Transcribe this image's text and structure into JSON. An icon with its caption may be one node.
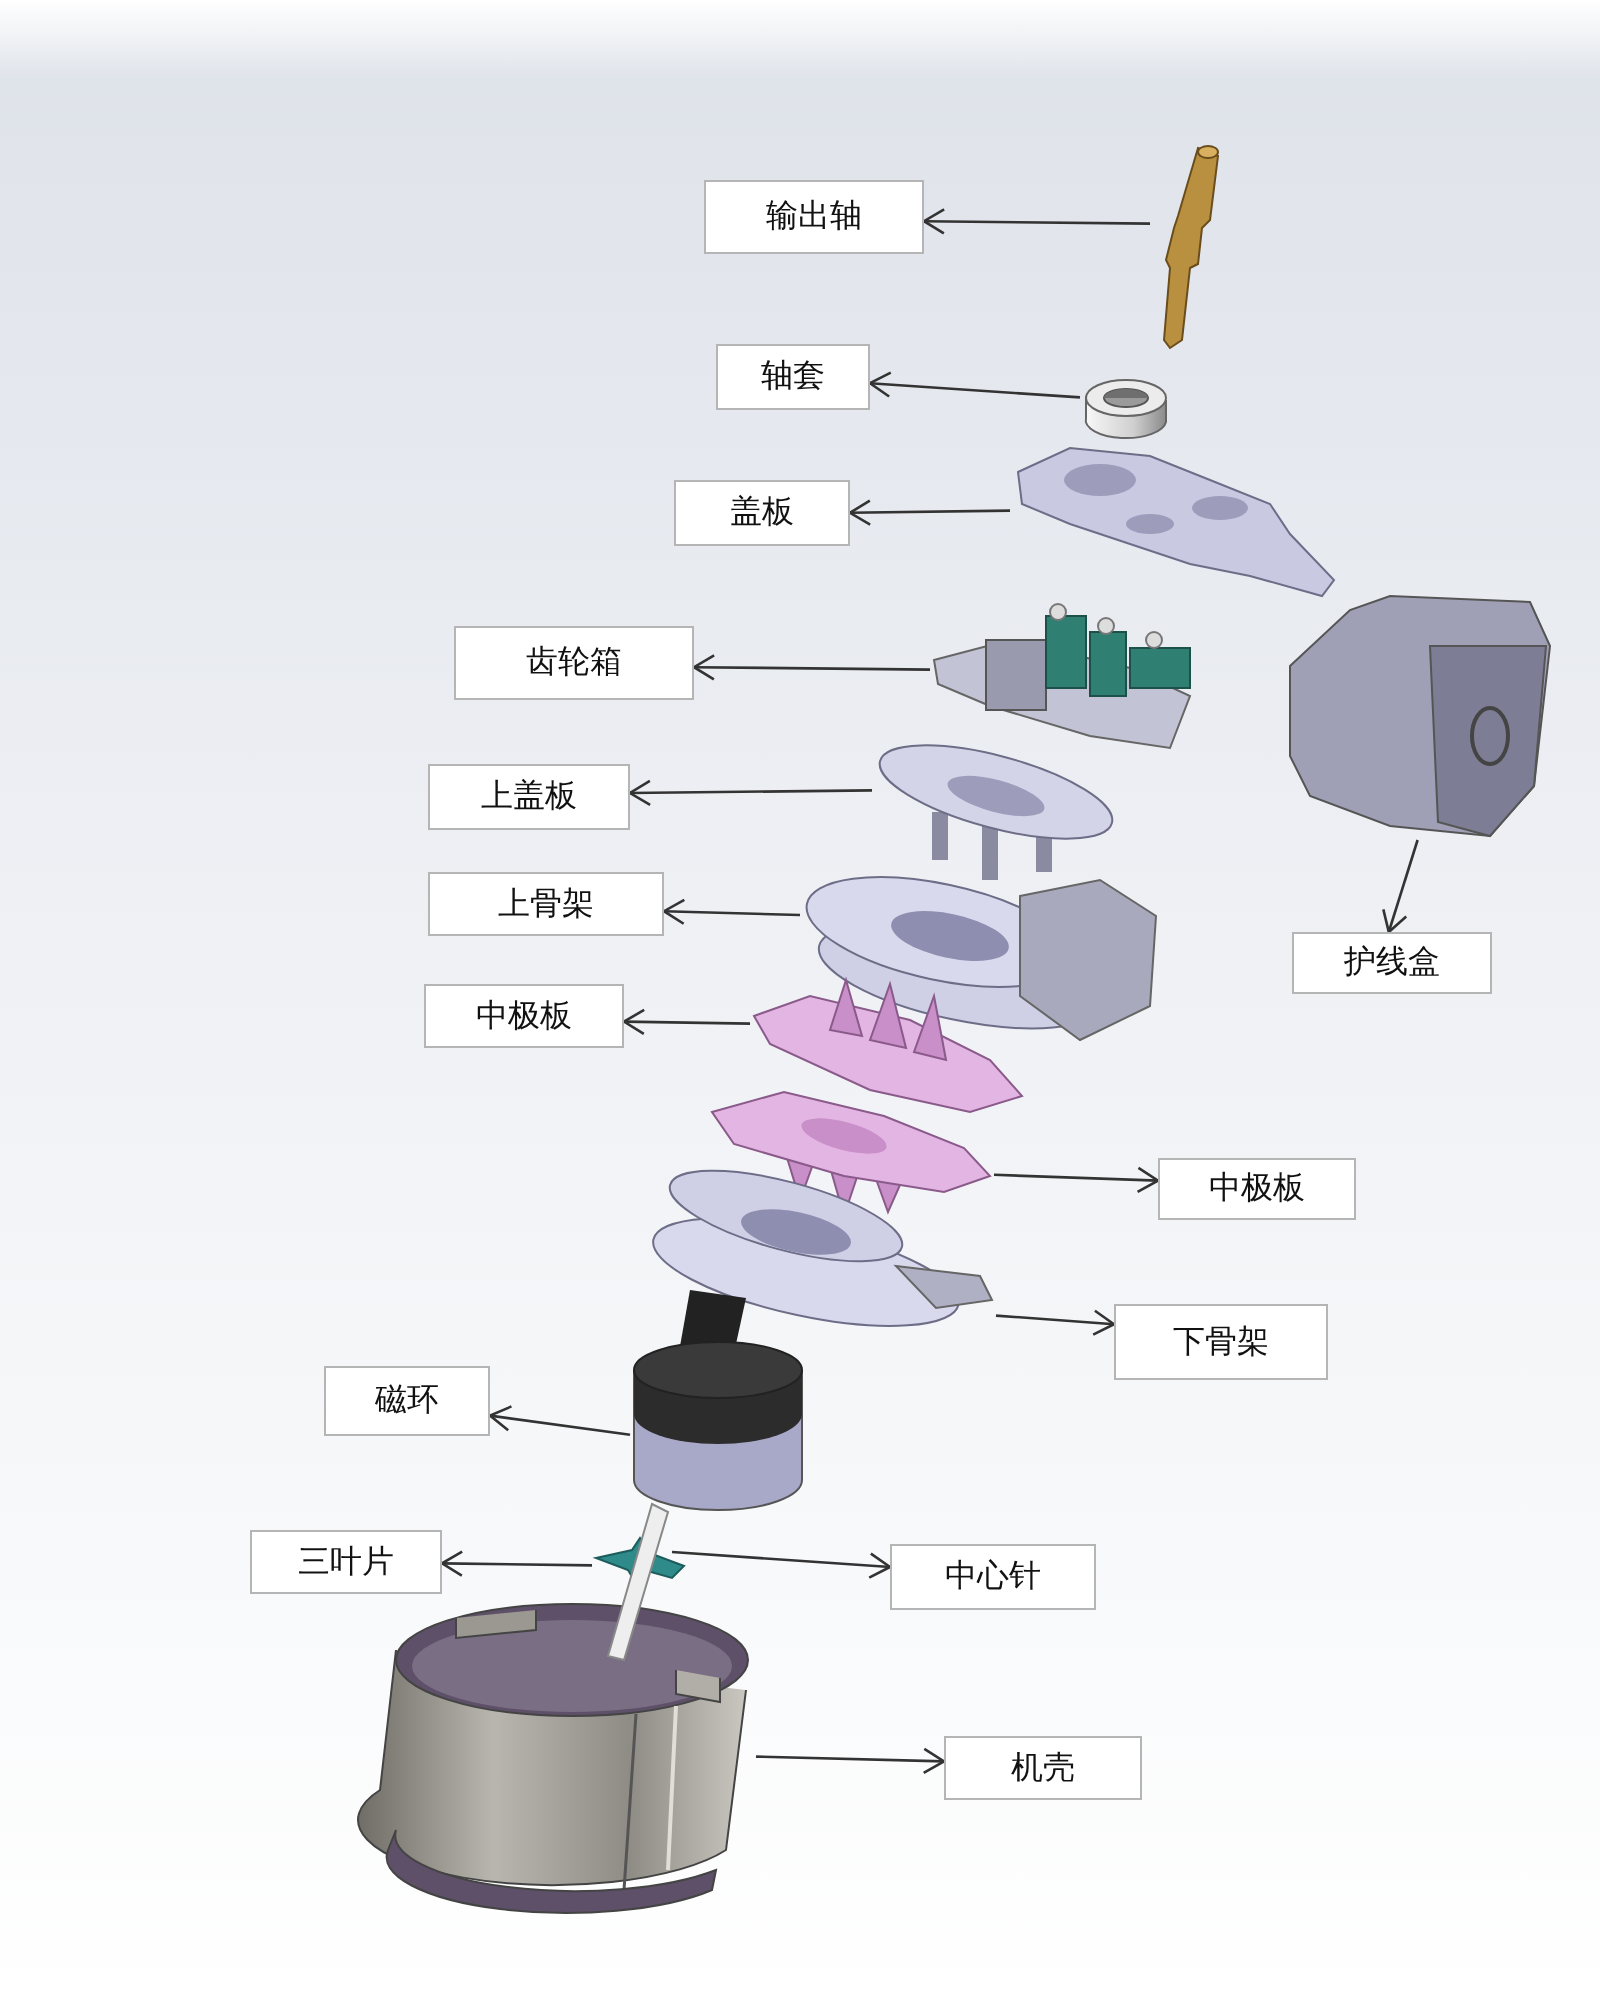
{
  "diagram": {
    "nodes": [
      {
        "text": [
          "输出轴"
        ]
      },
      {
        "text": [
          "轴套"
        ]
      },
      {
        "text": [
          "盖板"
        ]
      },
      {
        "text": [
          "齿轮箱"
        ]
      },
      {
        "text": [
          "上盖板"
        ]
      },
      {
        "text": [
          "上骨架"
        ]
      },
      {
        "text": [
          "中极板"
        ]
      },
      {
        "text": [
          "护线盒"
        ]
      },
      {
        "text": [
          "中极板"
        ]
      },
      {
        "text": [
          "下骨架"
        ]
      },
      {
        "text": [
          "磁环"
        ]
      },
      {
        "text": [
          "三叶片"
        ]
      },
      {
        "text": [
          "中心针"
        ]
      },
      {
        "text": [
          "机壳"
        ]
      },
      {
        "text": [],
        "shape": "picture"
      },
      {
        "text": [],
        "shape": "picture"
      },
      {
        "text": [],
        "shape": "picture"
      },
      {
        "text": [],
        "shape": "picture"
      },
      {
        "text": [],
        "shape": "picture"
      },
      {
        "text": [],
        "shape": "picture"
      },
      {
        "text": [],
        "shape": "picture"
      },
      {
        "text": [],
        "shape": "picture"
      },
      {
        "text": [],
        "shape": "picture"
      },
      {
        "text": [],
        "shape": "picture"
      },
      {
        "text": [],
        "shape": "picture"
      },
      {
        "text": [],
        "shape": "picture"
      },
      {
        "text": [],
        "shape": "picture"
      },
      {
        "text": [],
        "shape": "picture"
      }
    ],
    "edges": [
      {
        "from": 14,
        "to": 0,
        "arrow": "to"
      },
      {
        "from": 15,
        "to": 1,
        "arrow": "to"
      },
      {
        "from": 16,
        "to": 2,
        "arrow": "to"
      },
      {
        "from": 17,
        "to": 3,
        "arrow": "to"
      },
      {
        "from": 18,
        "to": 4,
        "arrow": "to"
      },
      {
        "from": 19,
        "to": 5,
        "arrow": "to"
      },
      {
        "from": 20,
        "to": 6,
        "arrow": "to"
      },
      {
        "from": 21,
        "to": 7,
        "arrow": "to"
      },
      {
        "from": 22,
        "to": 8,
        "arrow": "to"
      },
      {
        "from": 23,
        "to": 9,
        "arrow": "to"
      },
      {
        "from": 24,
        "to": 10,
        "arrow": "to"
      },
      {
        "from": 25,
        "to": 11,
        "arrow": "to"
      },
      {
        "from": 26,
        "to": 12,
        "arrow": "to"
      },
      {
        "from": 27,
        "to": 13,
        "arrow": "to"
      }
    ]
  }
}
